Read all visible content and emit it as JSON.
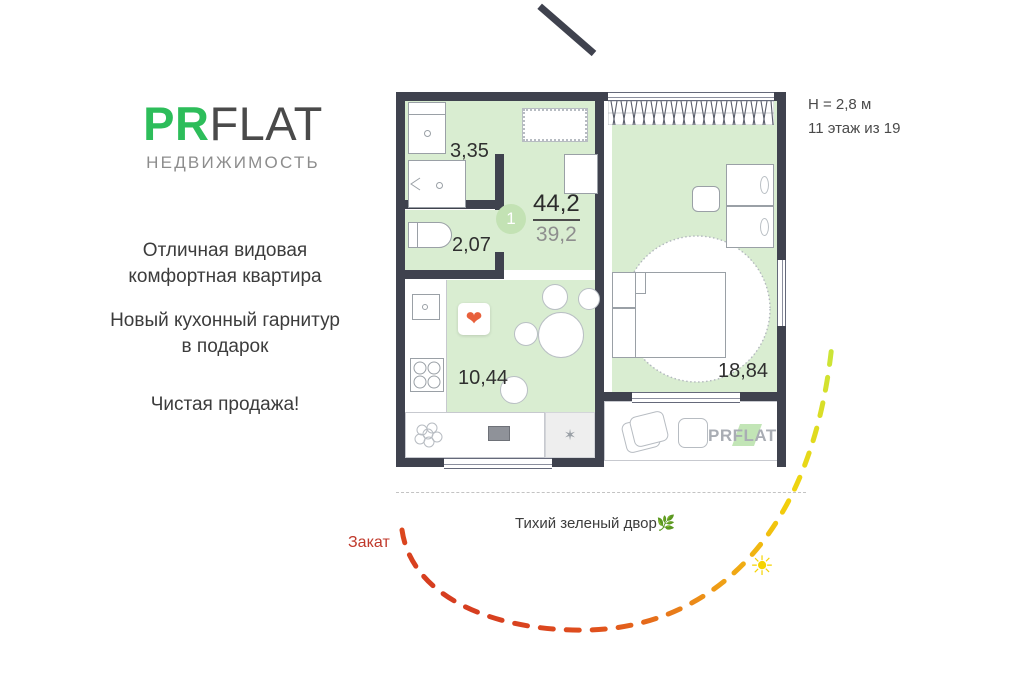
{
  "brand": {
    "logo_pr": "PR",
    "logo_flat": "FLAT",
    "logo_subtitle": "НЕДВИЖИМОСТЬ",
    "watermark": "PRFLAT",
    "accent_green": "#2dbd5a",
    "wordmark_gray": "#4a4a4a"
  },
  "marketing": {
    "line1": "Отличная видовая",
    "line2": "комфортная квартира",
    "line3": "Новый кухонный гарнитур",
    "line4": "в подарок",
    "line5": "Чистая продажа!"
  },
  "header_info": {
    "ceiling_height": "H = 2,8 м",
    "floor": "11 этаж из 19"
  },
  "plan": {
    "room_count_badge": "1",
    "total_area": "44,2",
    "living_area": "39,2",
    "rooms": [
      {
        "name": "hallway",
        "area": "3,35"
      },
      {
        "name": "bathroom",
        "area": "2,07"
      },
      {
        "name": "kitchen",
        "area": "10,44"
      },
      {
        "name": "living-room",
        "area": "18,84"
      }
    ],
    "icons": {
      "heart_sticker": "heart-icon",
      "entry_door": "door-swing-icon"
    },
    "colors": {
      "room_fill": "#d9edd1",
      "wall": "#3f424e",
      "badge_fill": "#c3e2b4"
    }
  },
  "annotations": {
    "sunset_label": "Закат",
    "yard_label": "Тихий зеленый двор",
    "yard_emoji": "🌿",
    "sun_icon": "sun-icon",
    "sunset_color": "#c0392b",
    "sun_color": "#f5d300"
  }
}
